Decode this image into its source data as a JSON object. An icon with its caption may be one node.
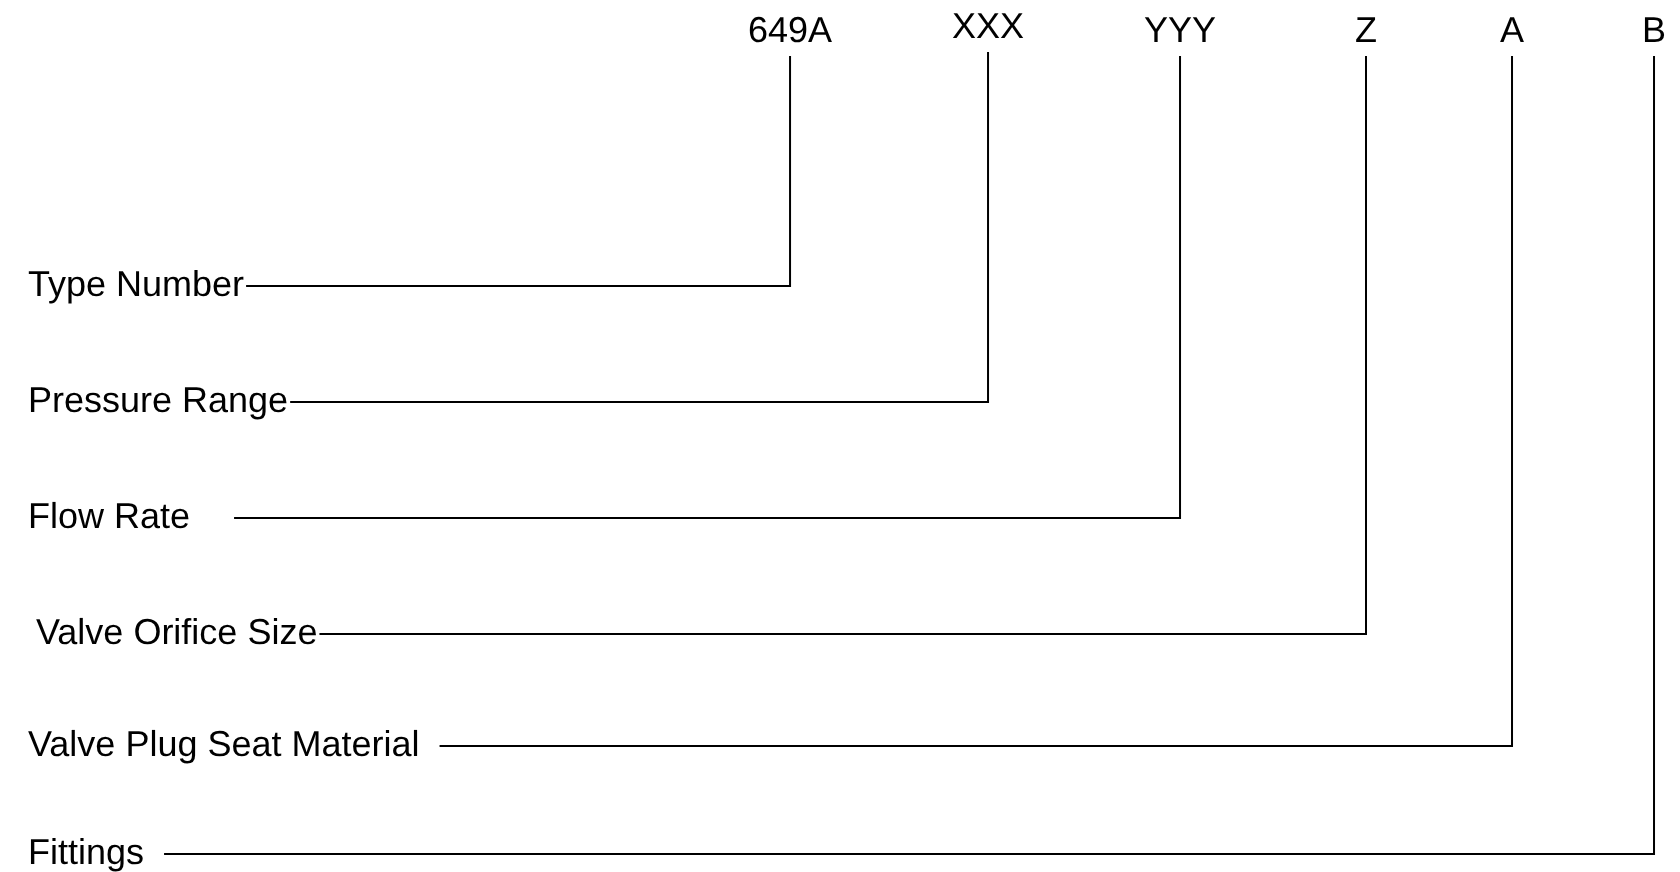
{
  "diagram": {
    "nodes": [
      {
        "text": [
          "649A"
        ]
      },
      {
        "text": [
          "XXX"
        ]
      },
      {
        "text": [
          "YYY"
        ]
      },
      {
        "text": [
          "Z"
        ]
      },
      {
        "text": [
          "A"
        ]
      },
      {
        "text": [
          "B"
        ]
      },
      {
        "text": [
          "Type Number"
        ]
      },
      {
        "text": [
          "Pressure Range"
        ]
      },
      {
        "text": [
          "Flow Rate"
        ]
      },
      {
        "text": [
          "Valve Orifice Size"
        ]
      },
      {
        "text": [
          "Valve Plug Seat Material"
        ]
      },
      {
        "text": [
          "Fittings"
        ]
      }
    ],
    "edges": [
      {
        "from": 6,
        "to": 0,
        "arrow": "none"
      },
      {
        "from": 7,
        "to": 1,
        "arrow": "none"
      },
      {
        "from": 8,
        "to": 2,
        "arrow": "none"
      },
      {
        "from": 9,
        "to": 3,
        "arrow": "none"
      },
      {
        "from": 10,
        "to": 4,
        "arrow": "none"
      },
      {
        "from": 11,
        "to": 5,
        "arrow": "none"
      }
    ]
  }
}
